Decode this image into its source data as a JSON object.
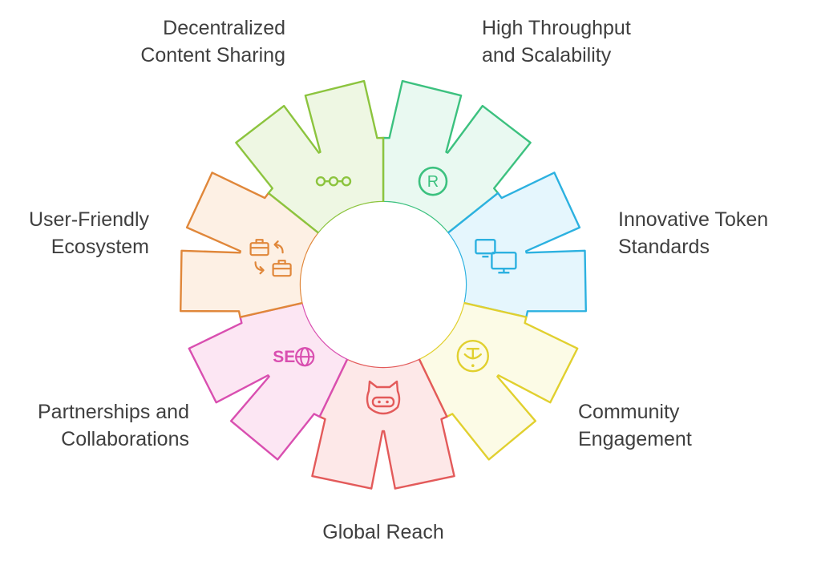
{
  "segments": [
    {
      "id": "decentralized-content-sharing",
      "lines": [
        "Decentralized",
        "Content Sharing"
      ],
      "fill": "#E9F9F1",
      "stroke": "#3CC17F",
      "icon": "registered-icon"
    },
    {
      "id": "high-throughput",
      "lines": [
        "High Throughput",
        "and Scalability"
      ],
      "fill": "#E5F6FD",
      "stroke": "#2CB1E0",
      "icon": "computers-icon"
    },
    {
      "id": "innovative-token-standards",
      "lines": [
        "Innovative Token",
        "Standards"
      ],
      "fill": "#FCFBE6",
      "stroke": "#E1D02F",
      "icon": "token-icon"
    },
    {
      "id": "community-engagement",
      "lines": [
        "Community",
        "Engagement"
      ],
      "fill": "#FDE8E8",
      "stroke": "#E35A5A",
      "icon": "bot-face-icon"
    },
    {
      "id": "global-reach",
      "lines": [
        "Global Reach"
      ],
      "fill": "#FCE6F3",
      "stroke": "#D94FB0",
      "icon": "seo-globe-icon"
    },
    {
      "id": "partnerships-collaborations",
      "lines": [
        "Partnerships and",
        "Collaborations"
      ],
      "fill": "#FDF0E4",
      "stroke": "#E0873A",
      "icon": "briefcase-exchange-icon"
    },
    {
      "id": "user-friendly-ecosystem",
      "lines": [
        "User-Friendly",
        "Ecosystem"
      ],
      "fill": "#EEF7E3",
      "stroke": "#8CC43E",
      "icon": "connected-nodes-icon"
    }
  ]
}
